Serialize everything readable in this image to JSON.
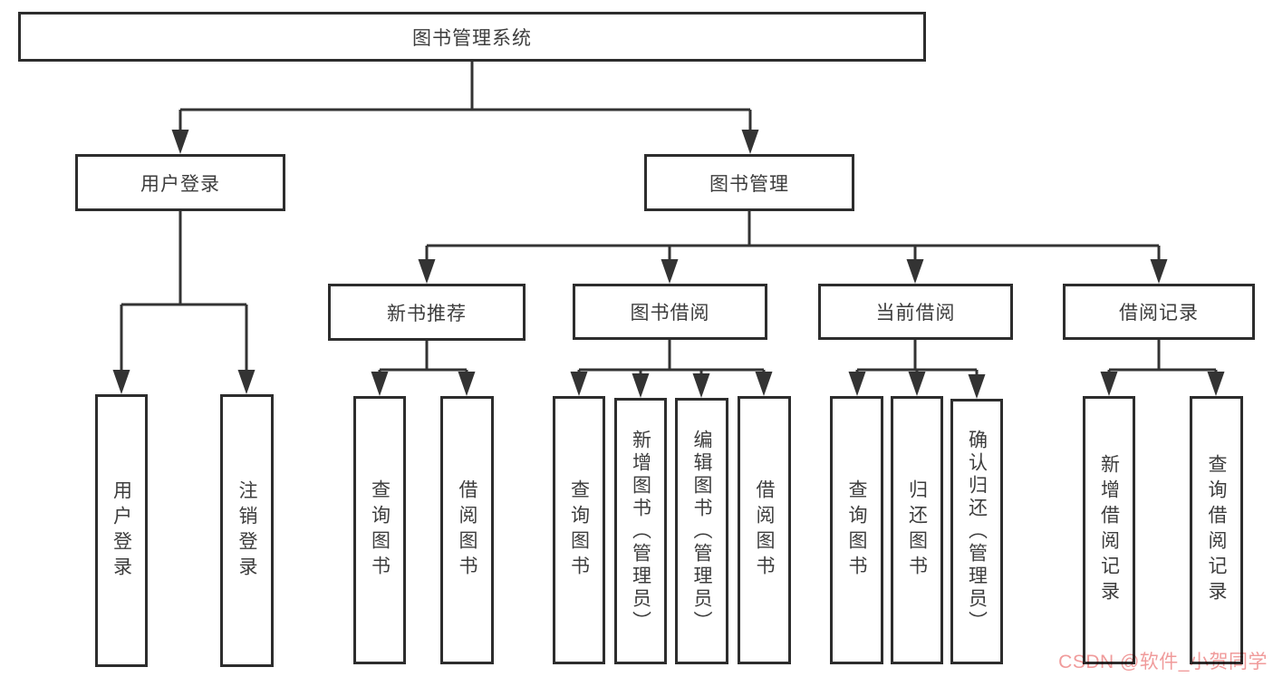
{
  "tree": {
    "label": "图书管理系统",
    "children": [
      {
        "label": "用户登录",
        "children": [
          {
            "label": "用户登录"
          },
          {
            "label": "注销登录"
          }
        ]
      },
      {
        "label": "图书管理",
        "children": [
          {
            "label": "新书推荐",
            "children": [
              {
                "label": "查询图书"
              },
              {
                "label": "借阅图书"
              }
            ]
          },
          {
            "label": "图书借阅",
            "children": [
              {
                "label": "查询图书"
              },
              {
                "label": "新增图书（管理员）"
              },
              {
                "label": "编辑图书（管理员）"
              },
              {
                "label": "借阅图书"
              }
            ]
          },
          {
            "label": "当前借阅",
            "children": [
              {
                "label": "查询图书"
              },
              {
                "label": "归还图书"
              },
              {
                "label": "确认归还（管理员）"
              }
            ]
          },
          {
            "label": "借阅记录",
            "children": [
              {
                "label": "新增借阅记录"
              },
              {
                "label": "查询借阅记录"
              }
            ]
          }
        ]
      }
    ]
  },
  "watermark": "CSDN @软件_小贺同学",
  "colors": {
    "background": "#ffffff",
    "box_border": "#2d2d2d",
    "connector_line": "#333333",
    "text": "#3d3d3d",
    "watermark": "#f09b9b"
  }
}
